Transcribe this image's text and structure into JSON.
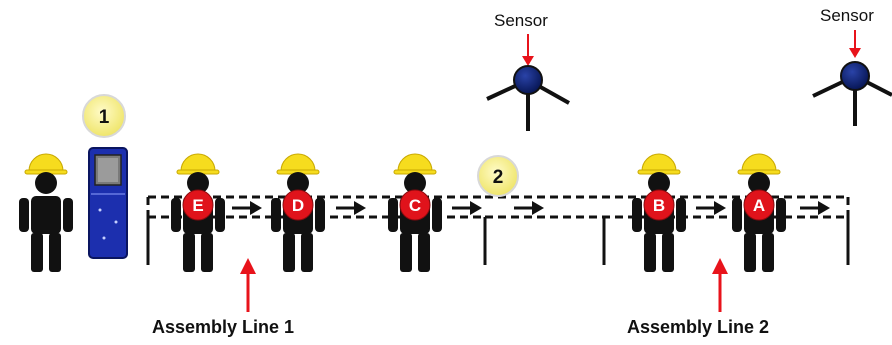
{
  "sensors": [
    {
      "label": "Sensor"
    },
    {
      "label": "Sensor"
    }
  ],
  "callouts": [
    {
      "number": "1"
    },
    {
      "number": "2"
    }
  ],
  "stations": [
    {
      "letter": "E"
    },
    {
      "letter": "D"
    },
    {
      "letter": "C"
    },
    {
      "letter": "B"
    },
    {
      "letter": "A"
    }
  ],
  "assembly_lines": [
    {
      "label": "Assembly Line 1"
    },
    {
      "label": "Assembly Line 2"
    }
  ],
  "colors": {
    "helmet": "#f6dc1e",
    "worker": "#111111",
    "badge": "#e0131b",
    "callout": "#f7f08a",
    "device": "#1c2fae",
    "sensor": "#0b1f6a",
    "arrow_red": "#e8131b"
  }
}
